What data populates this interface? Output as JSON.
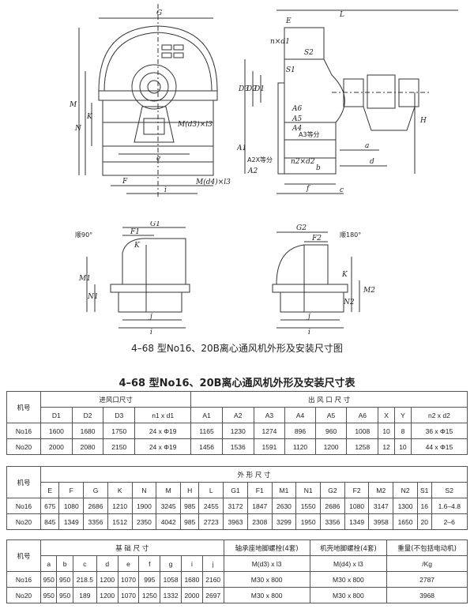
{
  "drawing": {
    "labels_front": [
      "G",
      "M",
      "N",
      "K",
      "M(d3)×l3",
      "e",
      "F",
      "i",
      "M(d4)×l3"
    ],
    "labels_side": [
      "E",
      "L",
      "n×d1",
      "S2",
      "S1",
      "D3",
      "D2",
      "D1",
      "A6",
      "A5",
      "A4",
      "A3等分",
      "A1",
      "A2X等分",
      "n2×d2",
      "A2",
      "a",
      "d",
      "b",
      "f",
      "c",
      "H"
    ],
    "label_rot90": "顺90°",
    "labels_rot90": [
      "G1",
      "F1",
      "K",
      "M1",
      "N1",
      "j",
      "i"
    ],
    "label_rot180": "顺180°",
    "labels_rot180": [
      "G2",
      "F2",
      "K",
      "M2",
      "N2",
      "j",
      "i"
    ]
  },
  "caption": "4–68 型No16、20B离心通风机外形及安装尺寸图",
  "title": "4–68 型No16、20B离心通风机外形及安装尺寸表",
  "table1": {
    "machine_label": "机号",
    "inlet_label": "进风口尺寸",
    "outlet_label": "出 风 口 尺 寸",
    "cols": [
      "D1",
      "D2",
      "D3",
      "n1 x d1",
      "A1",
      "A2",
      "A3",
      "A4",
      "A5",
      "A6",
      "X",
      "Y",
      "n2 x d2"
    ],
    "rows": [
      [
        "No16",
        "1600",
        "1680",
        "1750",
        "24 x Φ19",
        "1165",
        "1230",
        "1274",
        "896",
        "960",
        "1008",
        "10",
        "8",
        "36 x Φ15"
      ],
      [
        "No20",
        "2000",
        "2080",
        "2150",
        "24 x Φ19",
        "1456",
        "1536",
        "1591",
        "1120",
        "1200",
        "1258",
        "12",
        "10",
        "44 x Φ15"
      ]
    ]
  },
  "table2": {
    "machine_label": "机号",
    "group_label": "外 形 尺 寸",
    "cols": [
      "E",
      "F",
      "G",
      "K",
      "N",
      "M",
      "H",
      "L",
      "G1",
      "F1",
      "M1",
      "N1",
      "G2",
      "F2",
      "M2",
      "N2",
      "S1",
      "S2"
    ],
    "rows": [
      [
        "No16",
        "675",
        "1080",
        "2686",
        "1210",
        "1900",
        "3245",
        "985",
        "2455",
        "3172",
        "1847",
        "2630",
        "1550",
        "2686",
        "1080",
        "3147",
        "1300",
        "16",
        "1.6–4.8"
      ],
      [
        "No20",
        "845",
        "1349",
        "3356",
        "1512",
        "2350",
        "4042",
        "985",
        "2723",
        "3963",
        "2308",
        "3299",
        "1950",
        "3356",
        "1349",
        "3958",
        "1650",
        "20",
        "2–6"
      ]
    ]
  },
  "table3": {
    "machine_label": "机号",
    "group_label": "基 础 尺 寸",
    "bolt1_label": "轴承座地脚螺栓(4套)",
    "bolt2_label": "机壳地脚螺栓(4套)",
    "weight_label": "重量(不包括电动机)",
    "cols": [
      "a",
      "b",
      "c",
      "d",
      "e",
      "f",
      "g",
      "i",
      "j"
    ],
    "bolt1_sub": "M(d3) x l3",
    "bolt2_sub": "M(d4) x l3",
    "weight_sub": "/Kg",
    "rows": [
      [
        "No16",
        "950",
        "950",
        "218.5",
        "1200",
        "1070",
        "995",
        "1058",
        "1680",
        "2160",
        "M30 x 800",
        "M30 x 800",
        "2787"
      ],
      [
        "No20",
        "950",
        "950",
        "189",
        "1200",
        "1070",
        "1250",
        "1332",
        "2000",
        "2697",
        "M30 x 800",
        "M30 x 800",
        "3968"
      ]
    ]
  }
}
